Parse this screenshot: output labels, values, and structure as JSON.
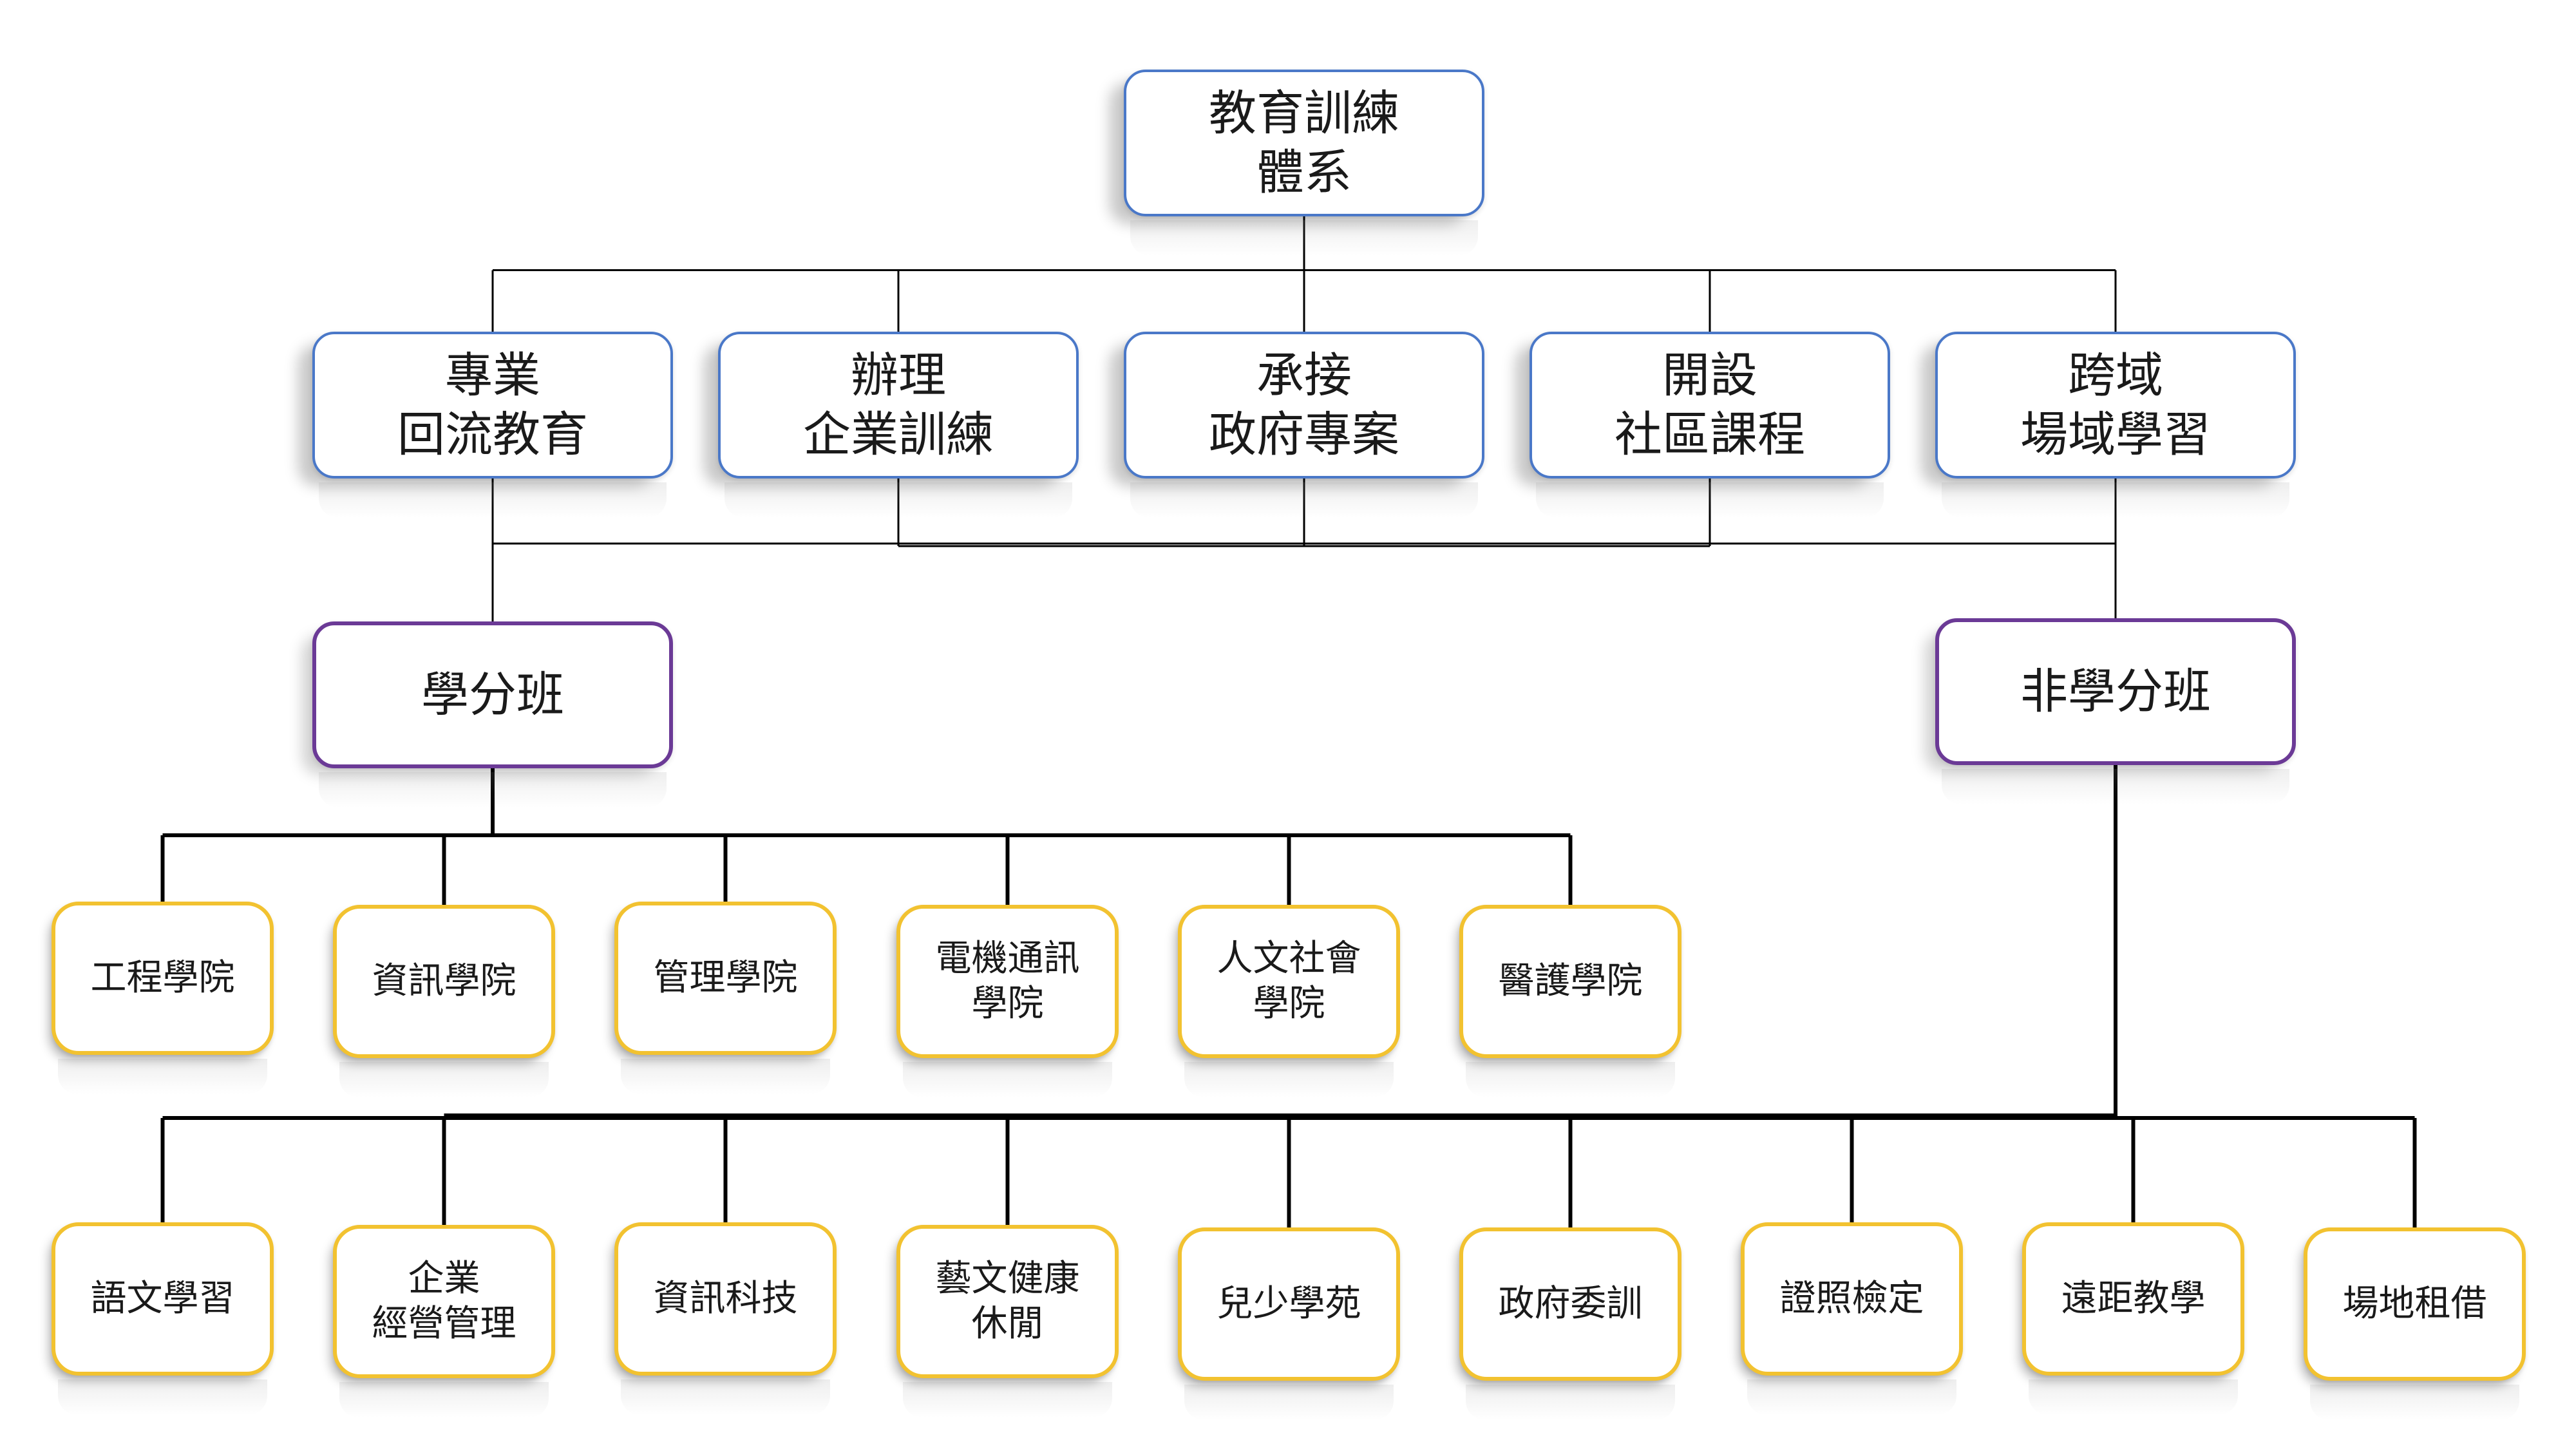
{
  "root": {
    "label_lines": [
      "教育訓練",
      "體系"
    ]
  },
  "services": [
    {
      "label_lines": [
        "專業",
        "回流教育"
      ]
    },
    {
      "label_lines": [
        "辦理",
        "企業訓練"
      ]
    },
    {
      "label_lines": [
        "承接",
        "政府專案"
      ]
    },
    {
      "label_lines": [
        "開設",
        "社區課程"
      ]
    },
    {
      "label_lines": [
        "跨域",
        "場域學習"
      ]
    }
  ],
  "categories": {
    "credit": {
      "label_lines": [
        "學分班"
      ]
    },
    "non_credit": {
      "label_lines": [
        "非學分班"
      ]
    }
  },
  "credit_colleges": [
    {
      "label_lines": [
        "工程學院"
      ]
    },
    {
      "label_lines": [
        "資訊學院"
      ]
    },
    {
      "label_lines": [
        "管理學院"
      ]
    },
    {
      "label_lines": [
        "電機通訊",
        "學院"
      ]
    },
    {
      "label_lines": [
        "人文社會",
        "學院"
      ]
    },
    {
      "label_lines": [
        "醫護學院"
      ]
    }
  ],
  "non_credit_programs": [
    {
      "label_lines": [
        "語文學習"
      ]
    },
    {
      "label_lines": [
        "企業",
        "經營管理"
      ]
    },
    {
      "label_lines": [
        "資訊科技"
      ]
    },
    {
      "label_lines": [
        "藝文健康",
        "休閒"
      ]
    },
    {
      "label_lines": [
        "兒少學苑"
      ]
    },
    {
      "label_lines": [
        "政府委訓"
      ]
    },
    {
      "label_lines": [
        "證照檢定"
      ]
    },
    {
      "label_lines": [
        "遠距教學"
      ]
    },
    {
      "label_lines": [
        "場地租借"
      ]
    }
  ],
  "colors": {
    "root_border": "#4a78c8",
    "category_border": "#6b3a96",
    "leaf_border": "#f2c230",
    "connector": "#000000"
  }
}
